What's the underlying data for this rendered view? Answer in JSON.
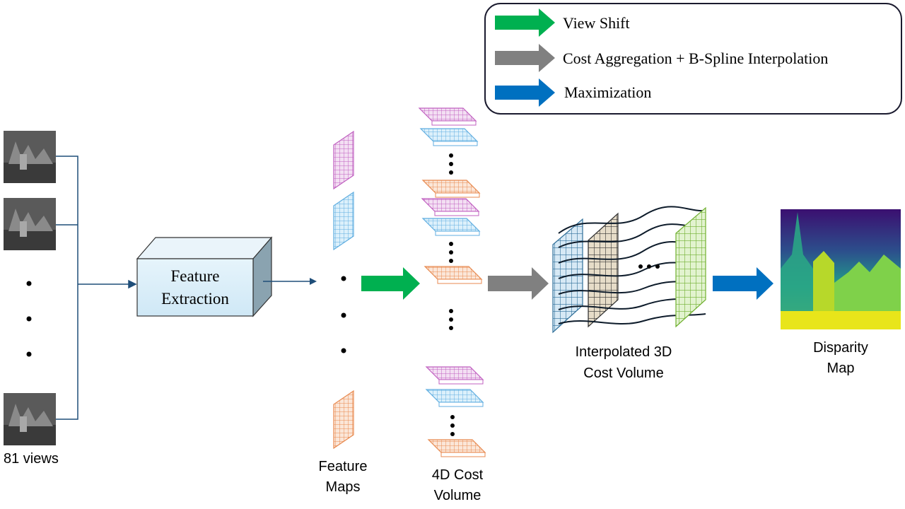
{
  "legend": {
    "items": [
      {
        "label": "View Shift",
        "color": "#00b050"
      },
      {
        "label": "Cost Aggregation + B-Spline Interpolation",
        "color": "#808080"
      },
      {
        "label": "Maximization",
        "color": "#0070c0"
      }
    ]
  },
  "input": {
    "caption": "81 views"
  },
  "feature_extraction": {
    "line1": "Feature",
    "line2": "Extraction"
  },
  "feature_maps": {
    "line1": "Feature",
    "line2": "Maps"
  },
  "cost_volume_4d": {
    "line1": "4D Cost",
    "line2": "Volume"
  },
  "cost_volume_3d": {
    "line1": "Interpolated 3D",
    "line2": "Cost Volume"
  },
  "disparity": {
    "line1": "Disparity",
    "line2": "Map"
  },
  "colors": {
    "purple": "#c060c0",
    "blue": "#60aee0",
    "orange": "#e88a50",
    "tan": "#c9b89a",
    "green_grid": "#92d050",
    "box_fill": "#dceef8",
    "line": "#1f4e79"
  }
}
